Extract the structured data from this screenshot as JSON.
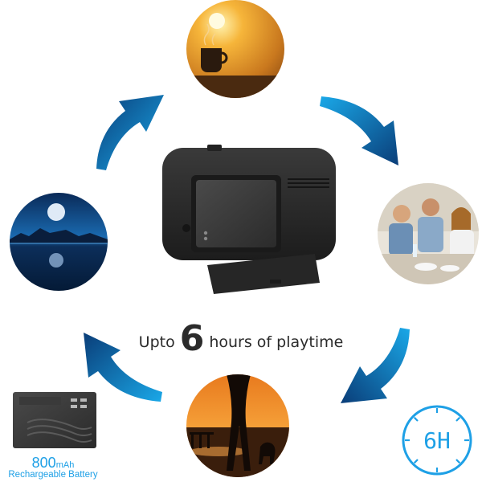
{
  "headline": {
    "prefix": "Upto",
    "number": "6",
    "suffix": "hours of playtime"
  },
  "battery": {
    "capacity": "800",
    "unit": "mAh",
    "label": "Rechargeable Battery"
  },
  "timer": {
    "label": "6H"
  },
  "colors": {
    "accent": "#1ea0e6",
    "arrow_dark": "#0a3d78",
    "arrow_light": "#1aa8e8",
    "device": "#2a2a2a"
  },
  "icons": [
    "sunrise-coffee-photo",
    "dining-people-photo",
    "sunset-walk-photo",
    "moon-lake-photo",
    "cycle-arrow-icon",
    "clock-icon",
    "battery-icon"
  ]
}
